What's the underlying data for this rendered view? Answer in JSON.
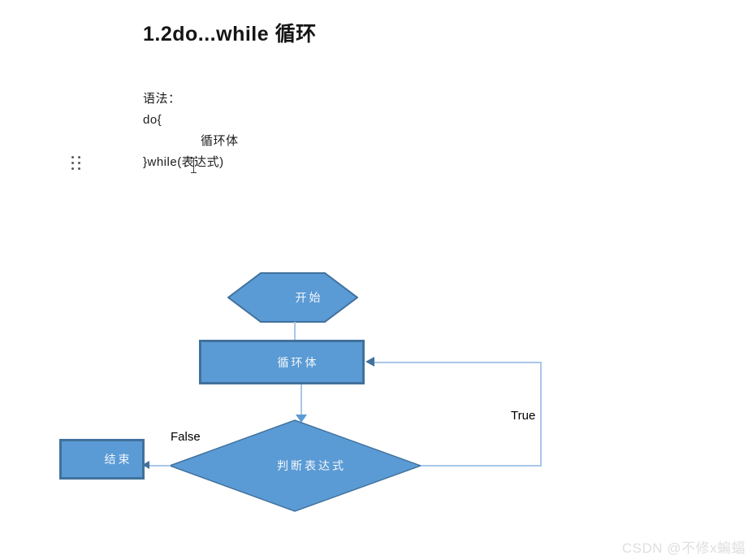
{
  "title": "1.2do...while 循环",
  "syntax": {
    "lines": [
      "语法：",
      "do{",
      "循环体",
      "}while(表达式)"
    ]
  },
  "flowchart": {
    "start_label": "开始",
    "loop_body_label": "循环体",
    "condition_label": "判断表达式",
    "end_label": "结束",
    "true_label": "True",
    "false_label": "False",
    "colors": {
      "shape_fill": "#5b9bd5",
      "shape_border": "#41719c",
      "connector": "#a9c7e8",
      "shape_text": "#ffffff",
      "edge_label_text": "#000000"
    }
  },
  "watermark": "CSDN @不修x蝙蝠"
}
